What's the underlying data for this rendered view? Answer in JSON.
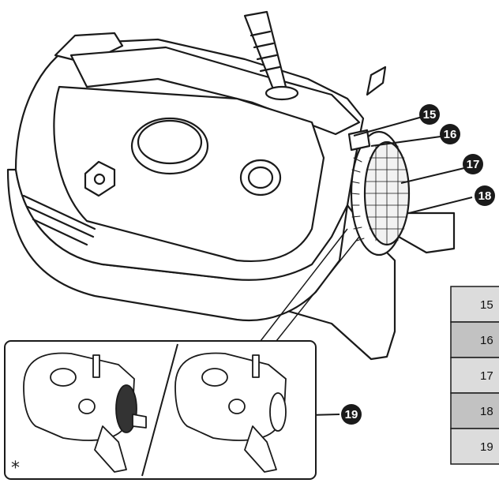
{
  "callouts": [
    {
      "label": "15"
    },
    {
      "label": "16"
    },
    {
      "label": "17"
    },
    {
      "label": "18"
    },
    {
      "label": "19"
    }
  ],
  "key_rows": [
    {
      "label": "15",
      "shade": "#dcdcdc"
    },
    {
      "label": "16",
      "shade": "#c2c2c2"
    },
    {
      "label": "17",
      "shade": "#dcdcdc"
    },
    {
      "label": "18",
      "shade": "#c2c2c2"
    },
    {
      "label": "19",
      "shade": "#dcdcdc"
    }
  ],
  "inset_note": "*",
  "colors": {
    "line": "#1a1a1a",
    "badge": "#1a1a1a",
    "paper": "#ffffff"
  }
}
